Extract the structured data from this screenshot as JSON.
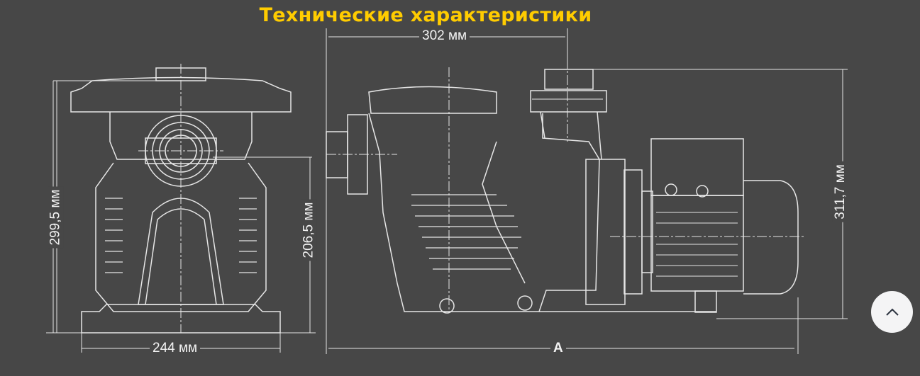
{
  "title": "Технические характеристики",
  "dimensions": {
    "top_width": "302 мм",
    "front_height": "299,5 мм",
    "inlet_height": "206,5 мм",
    "front_width": "244 мм",
    "total_height": "311,7 мм",
    "total_length": "A"
  },
  "colors": {
    "title": "#ffcc00",
    "background": "#474747",
    "lines": "#e6e6e6"
  },
  "scroll_top_icon": "chevron-up-icon"
}
